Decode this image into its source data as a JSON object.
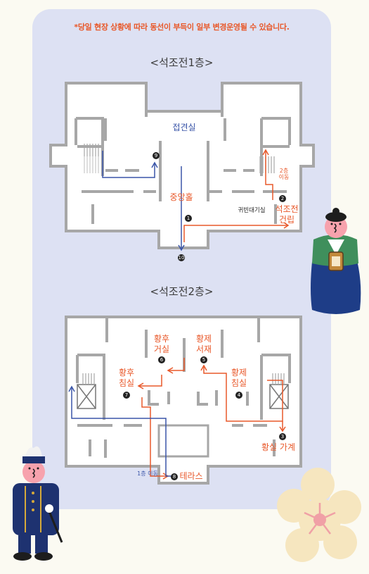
{
  "notice": "*당일 현장 상황에 따라 동선이 부득이 일부 변경운영될 수 있습니다.",
  "floor1": {
    "title": "<석조전1층>",
    "rooms": {
      "reception": "접견실",
      "central_hall": "중앙홀",
      "guest_waiting": "귀빈대기실",
      "construction": "석조전\n건립"
    },
    "move_note": "2층\n이동",
    "steps": {
      "s1": "1",
      "s2": "2",
      "s9": "9",
      "s10": "10"
    }
  },
  "floor2": {
    "title": "<석조전2층>",
    "rooms": {
      "empress_living": "황후\n거실",
      "emperor_study": "황제\n서재",
      "empress_bedroom": "황후\n침실",
      "emperor_bedroom": "황제\n침실",
      "royal_family": "황실 가계",
      "terrace": "테라스"
    },
    "move_note": "1층 이동",
    "steps": {
      "s3": "3",
      "s4": "4",
      "s5": "5",
      "s6": "6",
      "s7": "7",
      "s8": "8"
    }
  },
  "colors": {
    "route_red": "#e8582a",
    "route_blue": "#3a55a8",
    "wall": "#a7a7a7",
    "panel": "#dde1f3"
  }
}
